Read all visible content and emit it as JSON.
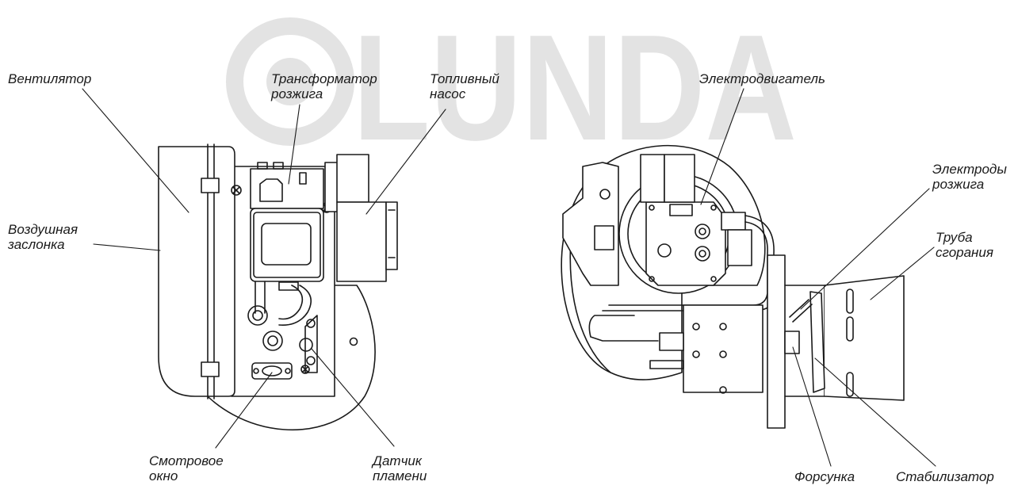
{
  "watermark": {
    "text": "LUNDA",
    "color": "#e3e3e3"
  },
  "colors": {
    "line": "#1a1a1a",
    "fill": "#ffffff"
  },
  "left_view": {
    "labels": [
      {
        "id": "ventilator",
        "lines": [
          "Вентилятор"
        ]
      },
      {
        "id": "transformer",
        "lines": [
          "Трансформатор",
          "розжига"
        ]
      },
      {
        "id": "fuel_pump",
        "lines": [
          "Топливный",
          "насос"
        ]
      },
      {
        "id": "air_damper",
        "lines": [
          "Воздушная",
          "заслонка"
        ]
      },
      {
        "id": "sight_glass",
        "lines": [
          "Смотровое",
          "окно"
        ]
      },
      {
        "id": "flame_sensor",
        "lines": [
          "Датчик",
          "пламени"
        ]
      }
    ]
  },
  "right_view": {
    "labels": [
      {
        "id": "motor",
        "lines": [
          "Электродвигатель"
        ]
      },
      {
        "id": "electrodes",
        "lines": [
          "Электроды",
          "розжига"
        ]
      },
      {
        "id": "combustion_tube",
        "lines": [
          "Труба",
          "сгорания"
        ]
      },
      {
        "id": "nozzle",
        "lines": [
          "Форсунка"
        ]
      },
      {
        "id": "stabilizer",
        "lines": [
          "Стабилизатор"
        ]
      }
    ]
  }
}
